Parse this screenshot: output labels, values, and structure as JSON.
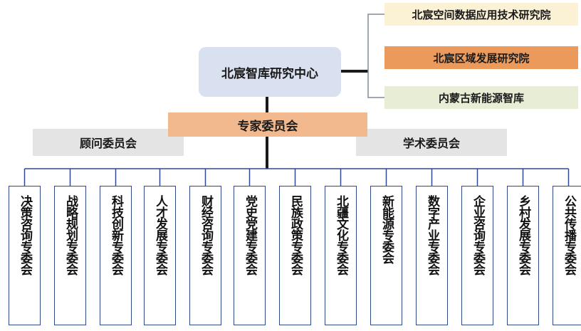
{
  "center": {
    "label": "北宸智库研究中心"
  },
  "institutes": [
    {
      "label": "北宸空间数据应用技术研究院",
      "color": "#fbf2d6"
    },
    {
      "label": "北宸区域发展研究院",
      "color": "#ec9a5c"
    },
    {
      "label": "内蒙古新能源智库",
      "color": "#e8edd6"
    }
  ],
  "expert_committee": {
    "label": "专家委员会",
    "color": "#f2b88e"
  },
  "advisory_committee": {
    "label": "顾问委员会"
  },
  "academic_committee": {
    "label": "学术委员会"
  },
  "sub_committees": [
    "决策咨询专委会",
    "战略规划专委会",
    "科技创新专委会",
    "人才发展专委会",
    "财经咨询专委会",
    "党史党建专委会",
    "民族政策专委会",
    "北疆文化专委会",
    "新能源专委会",
    "数字产业专委会",
    "企业咨询专委会",
    "乡村发展专委会",
    "公共传播专委会"
  ],
  "colors": {
    "line": "#1a1a1a",
    "border": "#2e4a8a",
    "bracket": "#7f8c9a"
  }
}
